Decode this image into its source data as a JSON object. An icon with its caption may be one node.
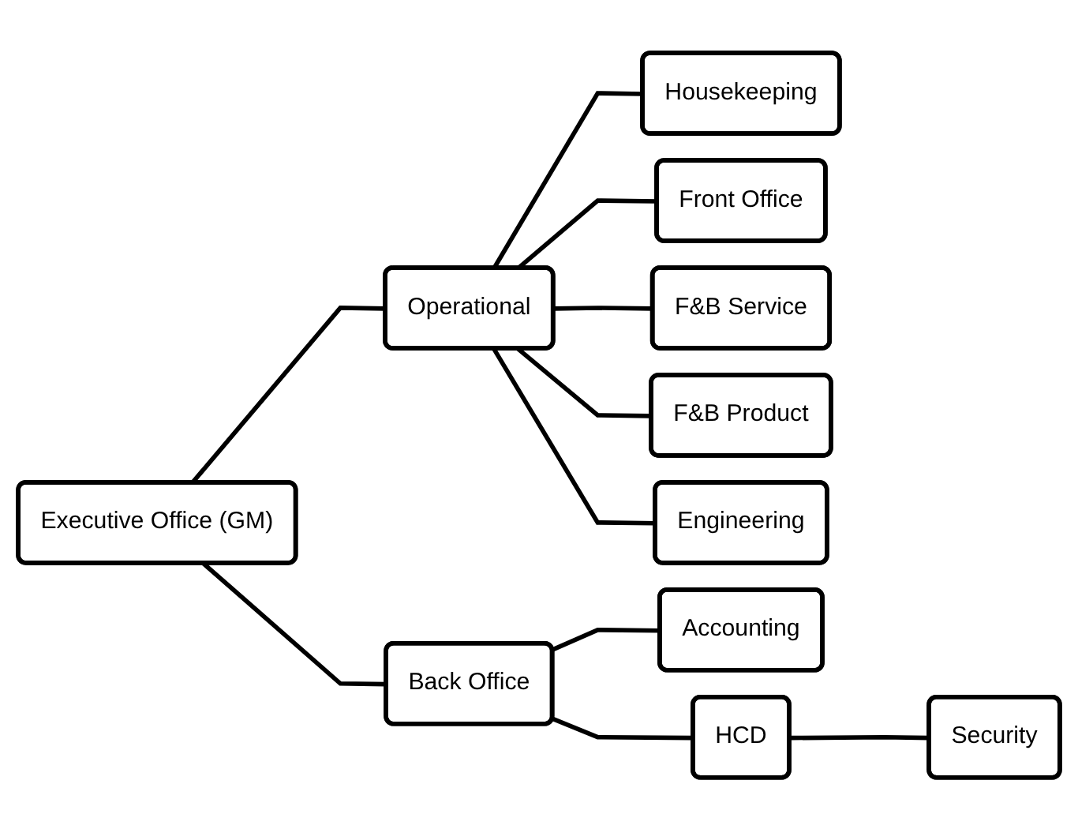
{
  "diagram": {
    "nodes": [
      {
        "text": [
          "Executive Office (GM)"
        ]
      },
      {
        "text": [
          "Operational"
        ]
      },
      {
        "text": [
          "Back Office"
        ]
      },
      {
        "text": [
          "Housekeeping"
        ]
      },
      {
        "text": [
          "Front Office"
        ]
      },
      {
        "text": [
          "F&B Service"
        ]
      },
      {
        "text": [
          "F&B Product"
        ]
      },
      {
        "text": [
          "Engineering"
        ]
      },
      {
        "text": [
          "Accounting"
        ]
      },
      {
        "text": [
          "HCD"
        ]
      },
      {
        "text": [
          "Security"
        ]
      }
    ],
    "edges": [
      {
        "from": 0,
        "to": 1,
        "arrow": "none"
      },
      {
        "from": 0,
        "to": 2,
        "arrow": "none"
      },
      {
        "from": 1,
        "to": 3,
        "arrow": "none"
      },
      {
        "from": 1,
        "to": 4,
        "arrow": "none"
      },
      {
        "from": 1,
        "to": 5,
        "arrow": "none"
      },
      {
        "from": 1,
        "to": 6,
        "arrow": "none"
      },
      {
        "from": 1,
        "to": 7,
        "arrow": "none"
      },
      {
        "from": 2,
        "to": 8,
        "arrow": "none"
      },
      {
        "from": 2,
        "to": 9,
        "arrow": "none"
      },
      {
        "from": 9,
        "to": 10,
        "arrow": "none"
      }
    ]
  }
}
